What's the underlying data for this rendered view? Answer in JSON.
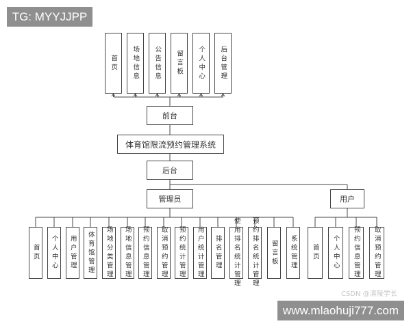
{
  "watermarks": {
    "top_left": "TG: MYYJJPP",
    "bottom_right": "www.mlaohuji777.com",
    "csdn": "CSDN @清陵学长"
  },
  "diagram": {
    "frontend_pages": [
      "首页",
      "场地信息",
      "公告信息",
      "留言板",
      "个人中心",
      "后台管理"
    ],
    "frontend": "前台",
    "system": "体育馆限流预约管理系统",
    "backend": "后台",
    "admin": "管理员",
    "user": "用户",
    "admin_modules": [
      "首页",
      "个人中心",
      "用户管理",
      "体育馆管理",
      "场地分类管理",
      "场地信息管理",
      "预约信息管理",
      "取消预约管理",
      "预约统计管理",
      "用户统计管理",
      "排名管理",
      "使用排名统计管理",
      "预约排名统计管理",
      "留言板",
      "系统管理"
    ],
    "user_modules": [
      "首页",
      "个人中心",
      "预约信息管理",
      "取消预约管理"
    ]
  },
  "colors": {
    "line": "#444444",
    "text": "#333333"
  }
}
